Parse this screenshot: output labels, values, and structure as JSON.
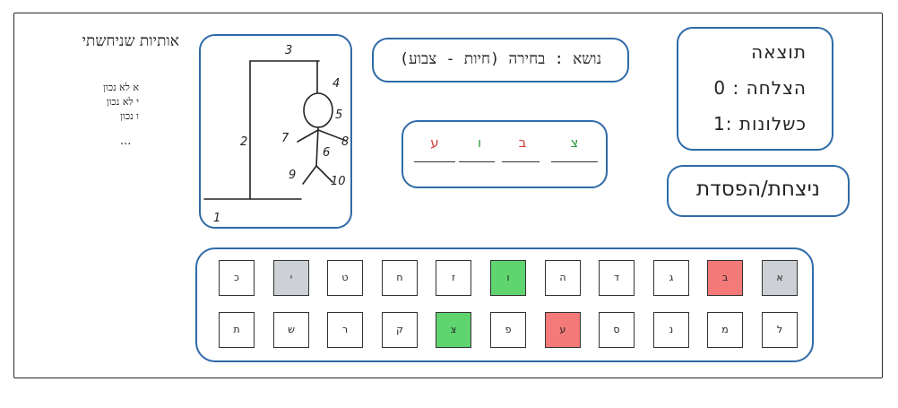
{
  "guessed": {
    "title": "אותיות שניחשתי",
    "items": [
      "א לא נכון",
      "י לא נכון",
      "ו נכון"
    ],
    "more": "..."
  },
  "hangman": {
    "labels": [
      "1",
      "2",
      "3",
      "4",
      "5",
      "6",
      "7",
      "8",
      "9",
      "10"
    ]
  },
  "topic": {
    "text": "נושא : בחירה (חיות - צבוע)"
  },
  "word": {
    "letters": [
      {
        "char": "צ",
        "color": "#2e9b3a"
      },
      {
        "char": "ב",
        "color": "#d63a3a"
      },
      {
        "char": "ו",
        "color": "#2e9b3a"
      },
      {
        "char": "ע",
        "color": "#d63a3a"
      }
    ]
  },
  "score": {
    "title": "תוצאה",
    "success_line": "הצלחה : 0",
    "fail_line": "כשלונות :1"
  },
  "status": {
    "text": "ניצחת/הפסדת"
  },
  "keyboard": {
    "row1": [
      {
        "letter": "א",
        "state": "used"
      },
      {
        "letter": "ב",
        "state": "wrong"
      },
      {
        "letter": "ג",
        "state": ""
      },
      {
        "letter": "ד",
        "state": ""
      },
      {
        "letter": "ה",
        "state": ""
      },
      {
        "letter": "ו",
        "state": "correct"
      },
      {
        "letter": "ז",
        "state": ""
      },
      {
        "letter": "ח",
        "state": ""
      },
      {
        "letter": "ט",
        "state": ""
      },
      {
        "letter": "י",
        "state": "used"
      },
      {
        "letter": "כ",
        "state": ""
      }
    ],
    "row2": [
      {
        "letter": "ל",
        "state": ""
      },
      {
        "letter": "מ",
        "state": ""
      },
      {
        "letter": "נ",
        "state": ""
      },
      {
        "letter": "ס",
        "state": ""
      },
      {
        "letter": "ע",
        "state": "wrong"
      },
      {
        "letter": "פ",
        "state": ""
      },
      {
        "letter": "צ",
        "state": "correct"
      },
      {
        "letter": "ק",
        "state": ""
      },
      {
        "letter": "ר",
        "state": ""
      },
      {
        "letter": "ש",
        "state": ""
      },
      {
        "letter": "ת",
        "state": ""
      }
    ]
  },
  "colors": {
    "accent": "#2f6aa8",
    "correct": "#5fd46f",
    "wrong": "#f47a7a",
    "used": "#cdd1d6"
  }
}
